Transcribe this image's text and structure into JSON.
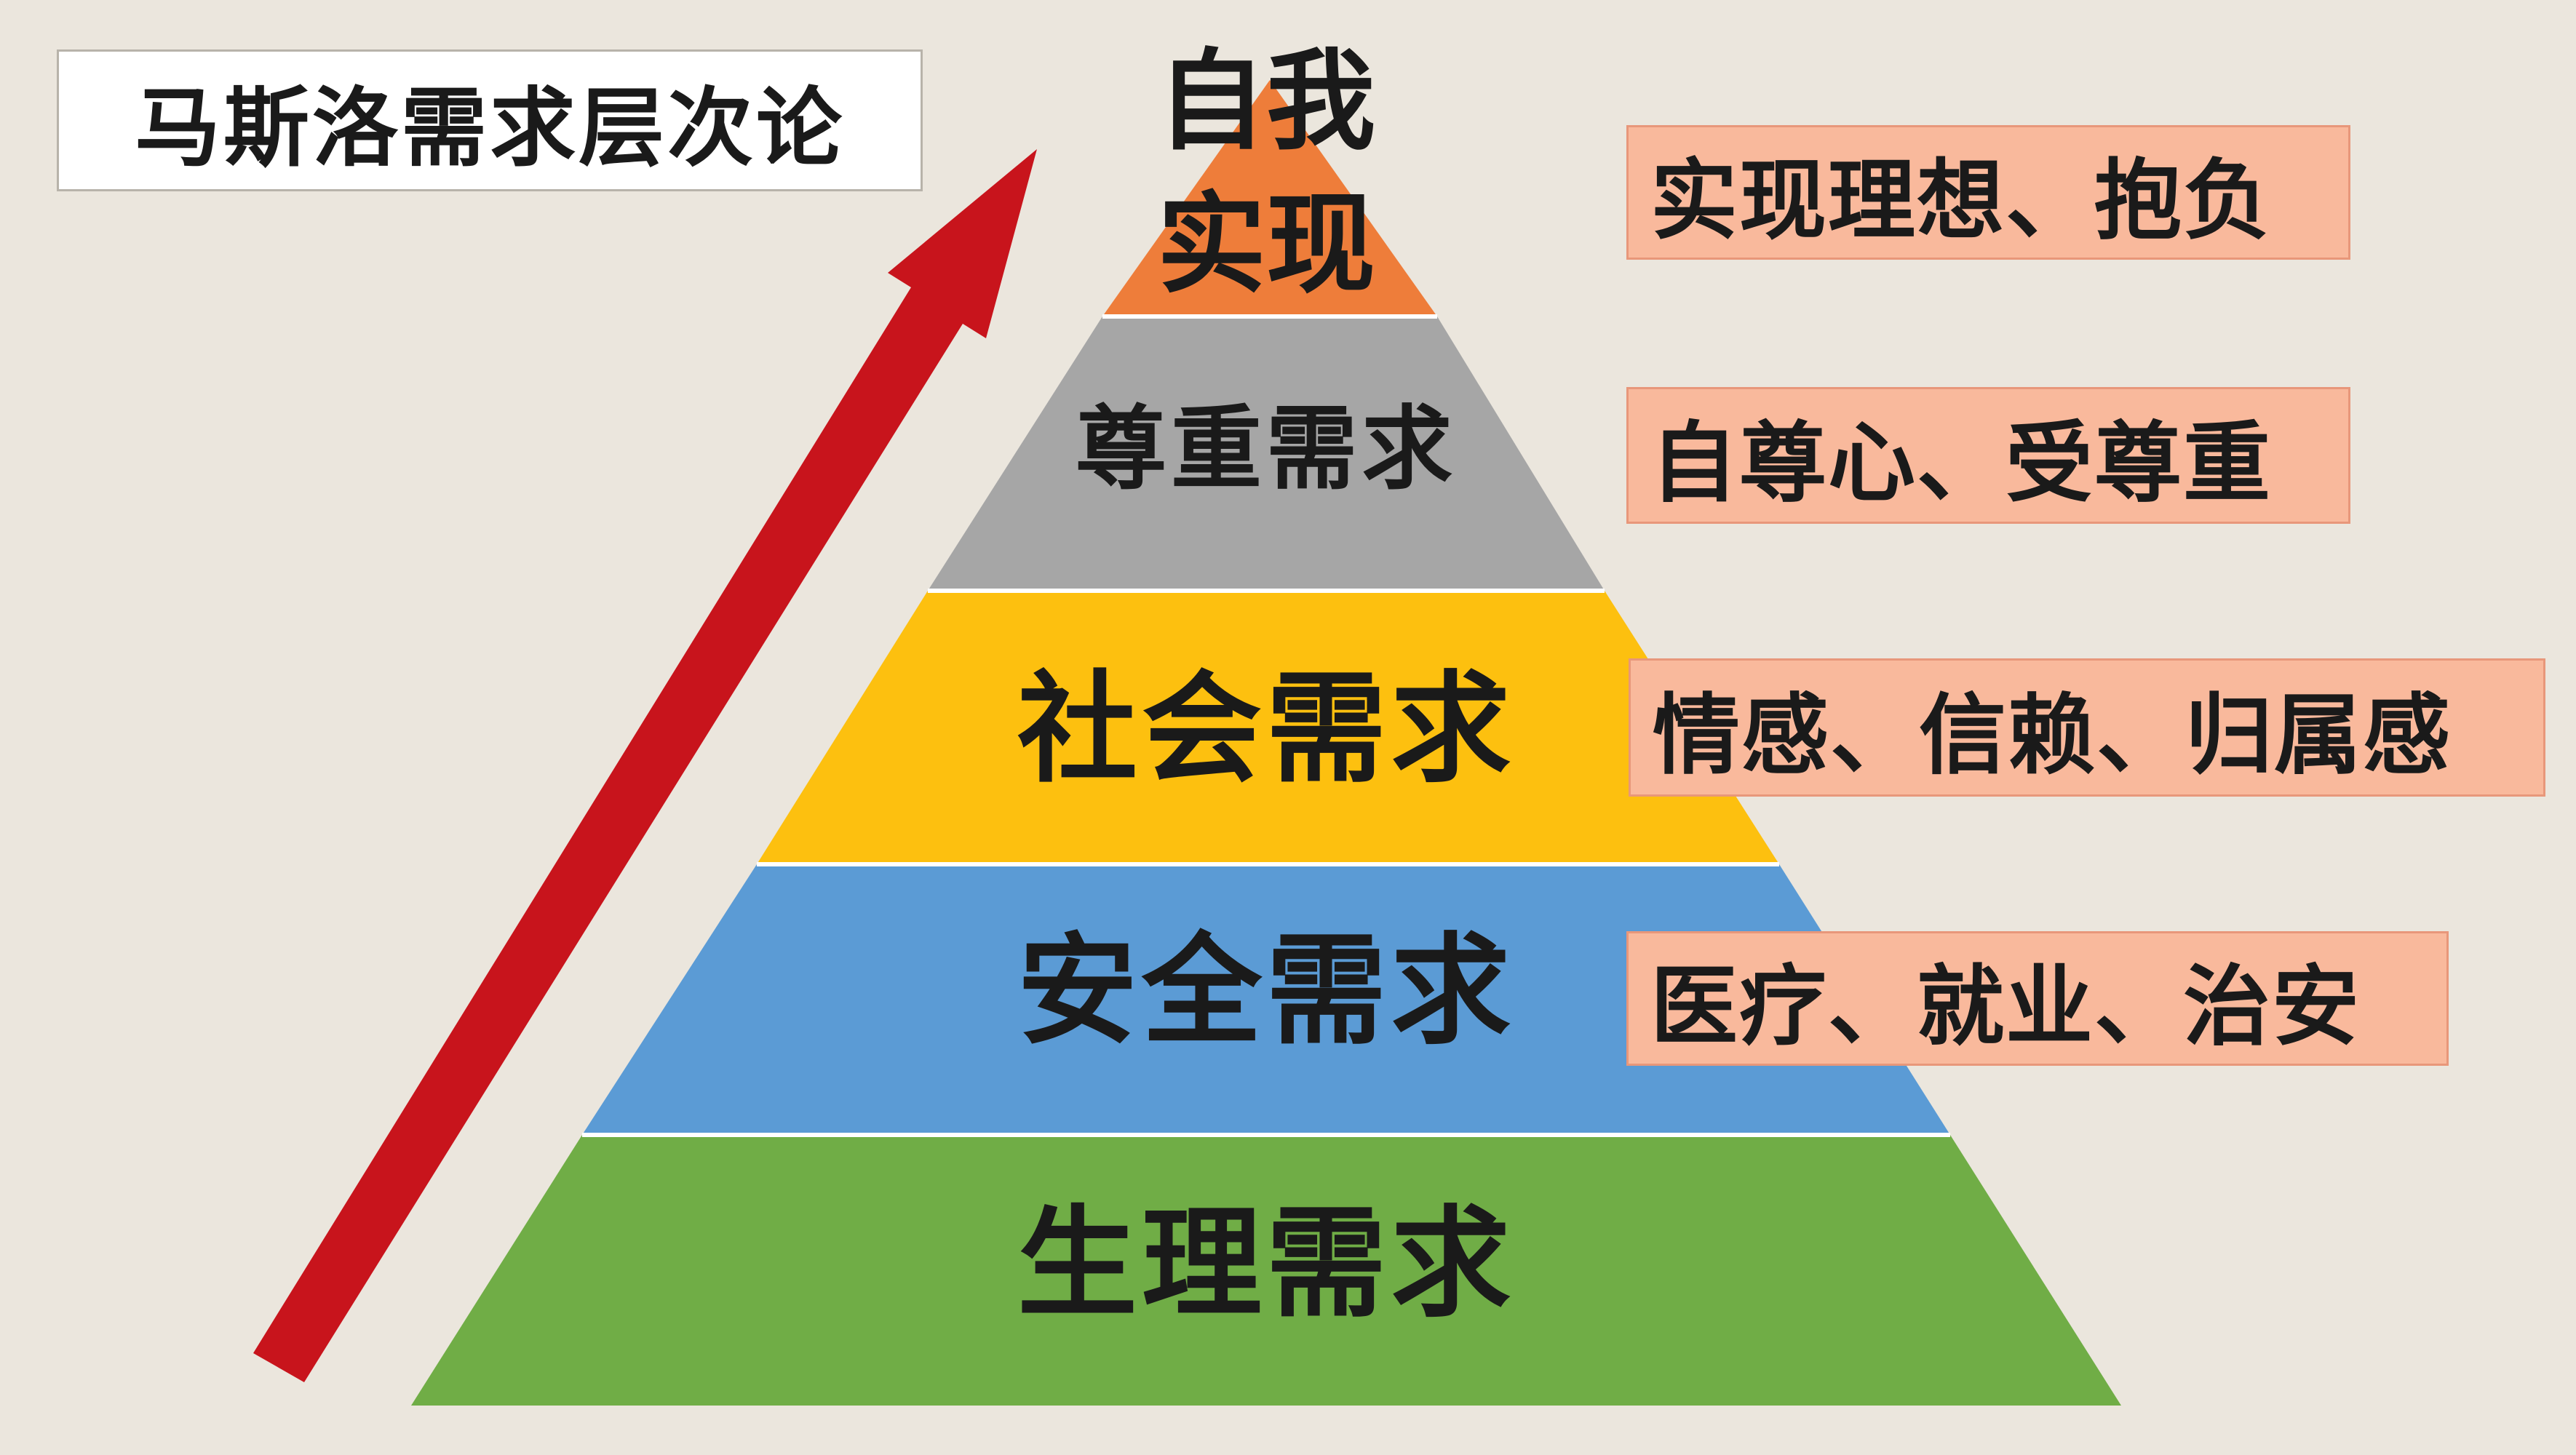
{
  "title": "马斯洛需求层次论",
  "levels": {
    "apex": {
      "line1": "自我",
      "line2": "实现",
      "color": "#ee7d3a",
      "desc": "实现理想、抱负"
    },
    "esteem": {
      "label": "尊重需求",
      "color": "#a6a6a6",
      "desc": "自尊心、受尊重"
    },
    "social": {
      "label": "社会需求",
      "color": "#fdc00f",
      "desc": "情感、信赖、归属感"
    },
    "safety": {
      "label": "安全需求",
      "color": "#5b9bd5",
      "desc": "医疗、就业、治安"
    },
    "physiological": {
      "label": "生理需求",
      "color": "#70ad46"
    }
  },
  "colors": {
    "background": "#ebe6dd",
    "arrow": "#c8141c",
    "desc_box": "#f9b99c"
  },
  "icons": {
    "arrow": "up-arrow-icon"
  }
}
